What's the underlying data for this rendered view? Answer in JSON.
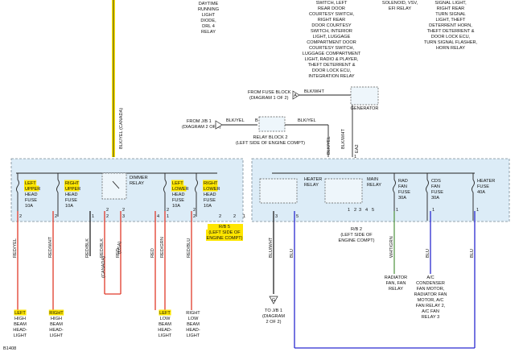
{
  "colors": {
    "box_fill": "#dcecf7",
    "highlight": "#ffe600",
    "red_wire": "#e03a2a",
    "blue_wire": "#2a2ad0",
    "green_wire": "#5a9a4a",
    "black_wire": "#222222"
  },
  "top_labels": {
    "daytime": [
      "DAYTIME",
      "RUNNING",
      "LIGHT",
      "DIODE,",
      "DRL 4",
      "RELAY"
    ],
    "courtesy": [
      "SWITCH, LEFT",
      "REAR DOOR",
      "COURTESY SWITCH,",
      "RIGHT REAR",
      "DOOR COURTESY",
      "SWITCH, INTERIOR",
      "LIGHT, LUGGAGE",
      "COMPARTMENT DOOR",
      "COURTESY SWITCH,",
      "LUGGAGE COMPARTMENT",
      "LIGHT, RADIO & PLAYER,",
      "THEFT DETERRENT &",
      "DOOR LOCK ECU,",
      "INTEGRATION RELAY"
    ],
    "solenoid": [
      "SOLENOID, VSV,",
      "EFI RELAY"
    ],
    "signal": [
      "SIGNAL LIGHT,",
      "RIGHT REAR",
      "TURN SIGNAL",
      "LIGHT, THEFT",
      "DETERRENT HORN,",
      "THEFT DETERRENT &",
      "DOOR LOCK ECU,",
      "TURN SIGNAL FLASHER,",
      "HORN RELAY"
    ]
  },
  "fuse_block": {
    "connector": "A",
    "from": [
      "FROM FUSE BLOCK",
      "(DIAGRAM 1 OF 2)"
    ],
    "wire": "BLK/WHT"
  },
  "jb1": {
    "from": [
      "FROM J/B 1",
      "(DIAGRAM 2 OF 2)"
    ],
    "wire_left": "BLK/YEL",
    "wire_right": "BLK/YEL",
    "pin": "B"
  },
  "relay_block": [
    "RELAY BLOCK 2",
    "(LEFT SIDE OF ENGINE COMPT)"
  ],
  "generator": {
    "label": "GENERATOR",
    "wire": "BLK/WHT",
    "conn": "EA2",
    "pin": "1"
  },
  "wire_labels": {
    "canada": "BLK/YEL (CANADA)",
    "blkyel": "BLK/YEL",
    "blkwht": "BLK/WHT"
  },
  "rb5": {
    "fuses": [
      {
        "name_hl": [
          "LEFT",
          "UPPER"
        ],
        "name": [
          "HEAD",
          "FUSE",
          "10A"
        ]
      },
      {
        "name_hl": [
          "RIGHT",
          "UPPER"
        ],
        "name": [
          "HEAD",
          "FUSE",
          "10A"
        ]
      },
      {
        "name_hl": [
          "LEFT",
          "LOWER"
        ],
        "name": [
          "HEAD",
          "FUSE",
          "10A"
        ]
      },
      {
        "name_hl": [
          "RIGHT",
          "LOWER"
        ],
        "name": [
          "HEAD",
          "FUSE",
          "10A"
        ]
      }
    ],
    "dimmer": [
      "DIMMER",
      "RELAY"
    ],
    "label": [
      "R/B 5",
      "(LEFT SIDE OF",
      "ENGINE COMPT)"
    ]
  },
  "rb2": {
    "heater_relay": [
      "HEATER",
      "RELAY"
    ],
    "main_relay": [
      "MAIN",
      "RELAY"
    ],
    "fuses": [
      {
        "lines": [
          "RAD",
          "FAN",
          "FUSE",
          "30A"
        ]
      },
      {
        "lines": [
          "CDS",
          "FAN",
          "FUSE",
          "30A"
        ]
      },
      {
        "lines": [
          "HEATER",
          "FUSE",
          "40A"
        ]
      }
    ],
    "label": [
      "R/B 2",
      "(LEFT SIDE OF",
      "ENGINE COMPT)"
    ]
  },
  "pins": [
    "2",
    "2",
    "1",
    "2",
    "3",
    "4",
    "1",
    "2",
    "2",
    "2",
    "1",
    "3",
    "5",
    "1",
    "2",
    "3",
    "4",
    "5",
    "1",
    "1",
    "1",
    "2",
    "2",
    "2",
    "2"
  ],
  "wires": [
    "RED/YEL",
    "RED/WHT",
    "RED/BLK",
    "RED/BLK",
    "RED",
    "RED",
    "RED/GRN",
    "RED/BLU",
    "BLU/WHT",
    "BLU",
    "WHT/GRN",
    "BLU",
    "BLU"
  ],
  "notes": {
    "canada": "(CANADA)",
    "usa": "(USA)"
  },
  "bottom": {
    "lh_high": {
      "hl": [
        "LEFT"
      ],
      "lines": [
        "HIGH",
        "BEAM",
        "HEAD-",
        "LIGHT"
      ]
    },
    "rh_high": {
      "hl": [
        "RIGHT"
      ],
      "lines": [
        "HIGH",
        "BEAM",
        "HEAD-",
        "LIGHT"
      ]
    },
    "lh_low": {
      "hl": [
        "LEFT"
      ],
      "lines": [
        "LOW",
        "BEAM",
        "HEAD-",
        "LIGHT"
      ]
    },
    "rh_low": {
      "lines": [
        "RIGHT",
        "LOW",
        "BEAM",
        "HEAD-",
        "LIGHT"
      ]
    },
    "jb1": {
      "conn": "G",
      "lines": [
        "TO J/B 1",
        "(DIAGRAM",
        "2 OF 2)"
      ]
    },
    "rad_fan": [
      "RADIATOR",
      "FAN, FAN",
      "RELAY"
    ],
    "ac": [
      "A/C",
      "CONDENSER",
      "FAN MOTOR,",
      "RADIATOR FAN",
      "MOTOR, A/C",
      "FAN RELAY 2,",
      "A/C FAN",
      "RELAY 3"
    ]
  },
  "code": "B1408"
}
